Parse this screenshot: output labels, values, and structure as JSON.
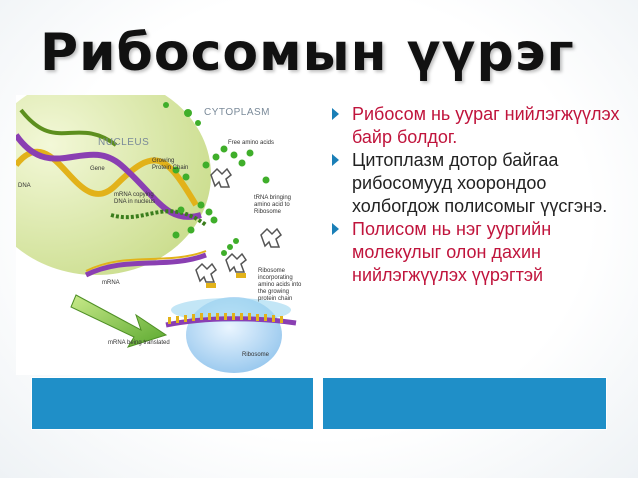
{
  "slide": {
    "title": "Рибосомын үүрэг",
    "bullets": [
      {
        "text": "Рибосом нь уураг нийлэгжүүлэх байр болдог.",
        "accent": true
      },
      {
        "text": "Цитоплазм дотор байгаа рибосомууд хоорондоо холбогдож полисомыг үүсгэнэ.",
        "accent": false
      },
      {
        "text": "Полисом нь нэг уургийн молекулыг олон дахин нийлэгжүүлэх үүрэгтэй",
        "accent": false
      }
    ],
    "colors": {
      "accent_text": "#c0143c",
      "bullet_arrow": "#1a7fb7",
      "footer_box": "#1f8fc8"
    }
  },
  "figure": {
    "labels": {
      "nucleus": "NUCLEUS",
      "cytoplasm": "CYTOPLASM",
      "gene": "Gene",
      "dna": "DNA",
      "growing_chain": "Growing\nProtein Chain",
      "free_amino": "Free amino acids",
      "mrna_copying": "mRNA copying\nDNA in nucleus",
      "trna": "tRNA bringing\namino acid to\nRibosome",
      "mrna": "mRNA",
      "ribosome_incorporating": "Ribosome\nincorporating\namino acids into\nthe growing\nprotein chain",
      "mrna_translated": "mRNA being translated",
      "ribosome": "Ribosome"
    }
  }
}
